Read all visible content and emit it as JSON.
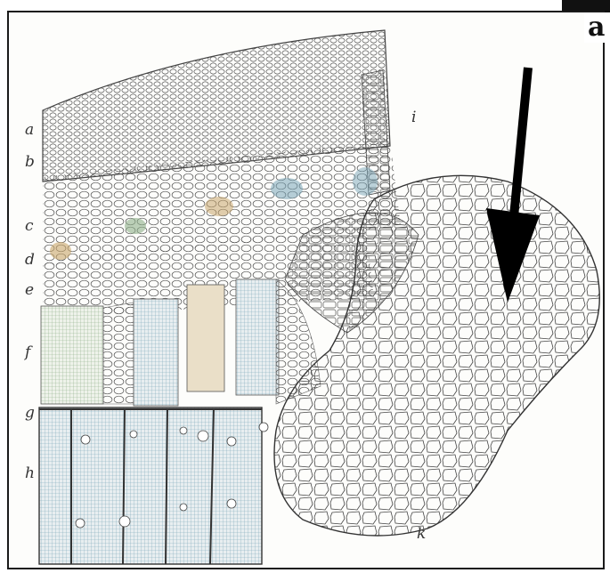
{
  "panel_label": "a",
  "region_labels": {
    "a": "a",
    "b": "b",
    "c": "c",
    "d": "d",
    "e": "e",
    "f": "f",
    "g": "g",
    "h": "h",
    "i": "i",
    "k": "k"
  },
  "figure": {
    "subject": "engraved botanical tissue cross-section with a rounded cellular outgrowth",
    "ink_color": "#3a3a3a",
    "stain_colors": [
      "#7aa6b8",
      "#c9a66b",
      "#8fb08a"
    ],
    "arrow_icon": "arrow-down-icon",
    "arrow_color": "#000000"
  }
}
